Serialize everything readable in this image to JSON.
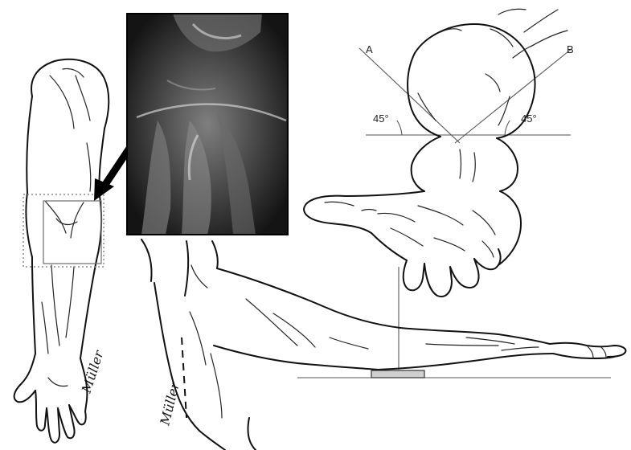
{
  "labels": {
    "line_a": "A",
    "line_b": "B",
    "angle_left": "45°",
    "angle_right": "45°"
  },
  "signatures": {
    "arm_signature": "Müller",
    "side_signature": "Müller"
  },
  "colors": {
    "ink": "#111111",
    "xray_background": "#141414",
    "xray_bone": "#c8c8c8"
  }
}
